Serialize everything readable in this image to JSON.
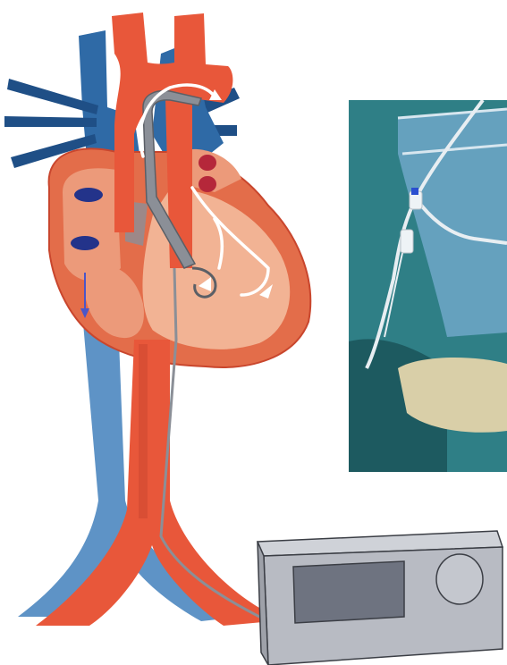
{
  "figure": {
    "diagram": {
      "colors": {
        "aorta": "#e8573a",
        "aorta_dark": "#c9462d",
        "vein": "#2f6aa6",
        "vein_light": "#5e93c6",
        "vein_dark": "#1f4f86",
        "heart_fill": "#ec9a7a",
        "heart_wall": "#e36d4a",
        "heart_inner": "#f2b394",
        "catheter": "#8b8f97",
        "catheter_light": "#b9bcc2",
        "valve_blue": "#23338a",
        "flow_arrow": "#ffffff",
        "console_body": "#b8bbc3",
        "console_screen": "#6e7380",
        "outline": "#3b3e45"
      }
    },
    "photo": {
      "description_tags": [
        "surgical-drape",
        "catheter-tubing",
        "glove"
      ],
      "colors": {
        "drape": "#2f7f86",
        "drape_dark": "#1d5a60",
        "tubing": "#e8eef2",
        "container": "#6fa7c8",
        "glove": "#d9cfa8"
      }
    }
  }
}
